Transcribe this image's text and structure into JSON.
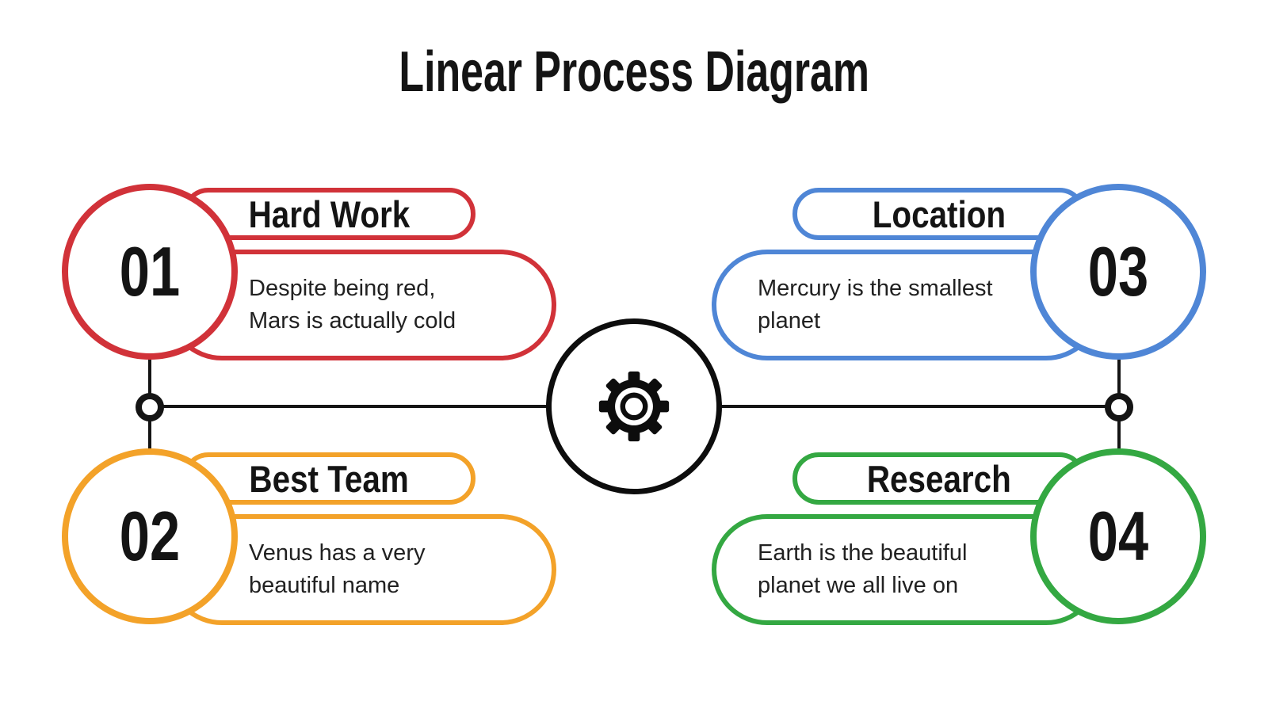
{
  "title": "Linear Process Diagram",
  "center_hub": {
    "icon": "gear-icon",
    "stroke_color": "#0d0d0d"
  },
  "connector": {
    "color": "#141414",
    "node_count": 2
  },
  "steps": [
    {
      "number": "01",
      "label": "Hard Work",
      "description": "Despite being red,\nMars is actually cold",
      "color": "#D13239",
      "position": "top-left"
    },
    {
      "number": "02",
      "label": "Best Team",
      "description": "Venus has a very\nbeautiful name",
      "color": "#F3A229",
      "position": "bottom-left"
    },
    {
      "number": "03",
      "label": "Location",
      "description": "Mercury is the smallest\nplanet",
      "color": "#4F86D6",
      "position": "top-right"
    },
    {
      "number": "04",
      "label": "Research",
      "description": "Earth is the beautiful\nplanet we all live on",
      "color": "#34A842",
      "position": "bottom-right"
    }
  ]
}
